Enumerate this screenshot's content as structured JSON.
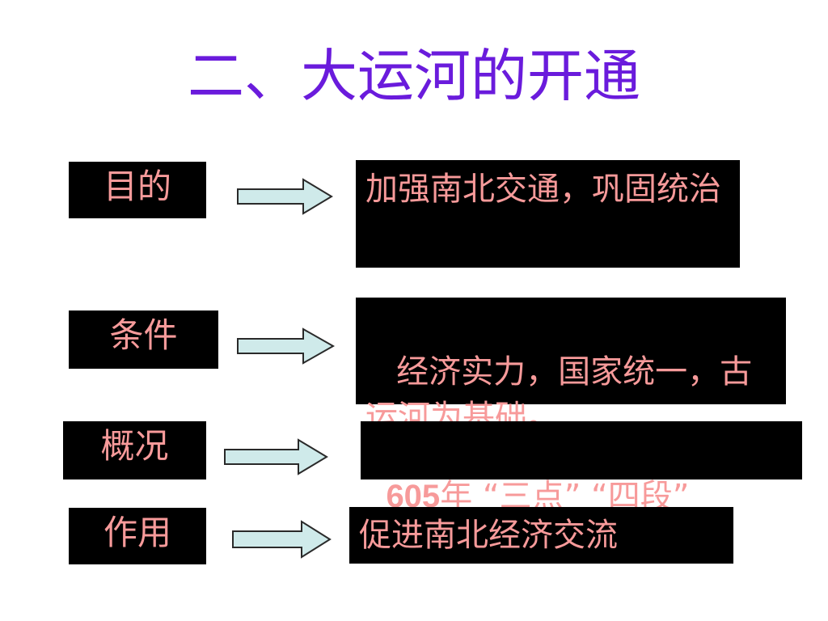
{
  "title": "二、大运河的开通",
  "rows": [
    {
      "label": "目的",
      "content": "加强南北交通，巩固统治"
    },
    {
      "label": "条件",
      "content": " 经济实力，国家统一，古运河为基础。"
    },
    {
      "label": "概况",
      "content_number": "605",
      "content": "年 “三点” “四段”"
    },
    {
      "label": "作用",
      "content": "促进南北经济交流"
    }
  ],
  "colors": {
    "title": "#6a1bdc",
    "box_bg": "#000000",
    "box_text": "#f79a9a",
    "arrow_fill": "#cfeaea",
    "arrow_stroke": "#2a2a2a"
  }
}
